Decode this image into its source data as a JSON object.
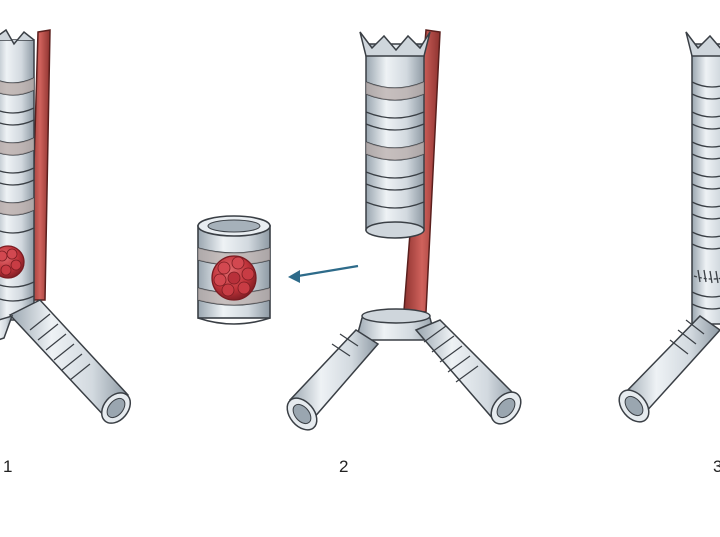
{
  "steps": [
    {
      "id": "1",
      "label": "1",
      "stage": "tumor-in-trachea"
    },
    {
      "id": "2",
      "label": "2",
      "stage": "segment-resected"
    },
    {
      "id": "3",
      "label": "3",
      "stage": "end-to-end-anastomosis"
    }
  ],
  "icons": {
    "arrow": "removal-arrow-icon",
    "tumor": "tumor-icon",
    "suture": "suture-icon"
  },
  "colors": {
    "cartilage": "#d6dde3",
    "cartilage_shadow": "#aab4bd",
    "outline": "#3a3f45",
    "muscle": "#c0504d",
    "muscle_dark": "#8e3330",
    "tumor": "#c0333a",
    "tumor_dark": "#7a1c22",
    "arrow": "#2e6b8a",
    "band": "#b7a9a6"
  }
}
